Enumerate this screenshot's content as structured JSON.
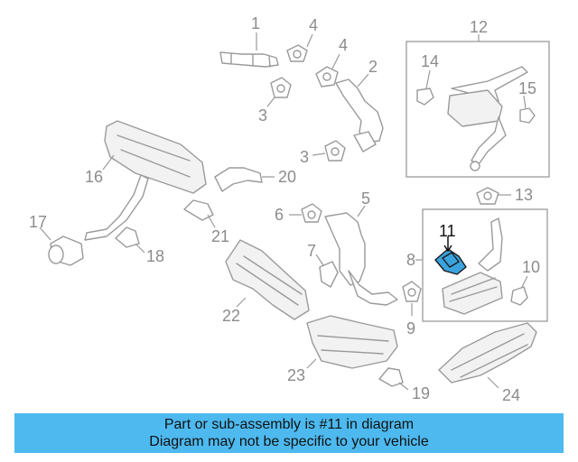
{
  "diagram": {
    "callouts": [
      "1",
      "2",
      "3",
      "3",
      "4",
      "4",
      "5",
      "6",
      "7",
      "8",
      "9",
      "10",
      "11",
      "12",
      "13",
      "14",
      "15",
      "16",
      "17",
      "18",
      "19",
      "20",
      "21",
      "22",
      "23",
      "24"
    ],
    "highlighted_part": "11",
    "colors": {
      "highlight": "#3aa3dd",
      "line": "#9a9a9a",
      "banner": "#4db9ef"
    }
  },
  "banner": {
    "line1": "Part or sub-assembly is #11 in diagram",
    "line2": "Diagram may not be specific to your vehicle"
  }
}
